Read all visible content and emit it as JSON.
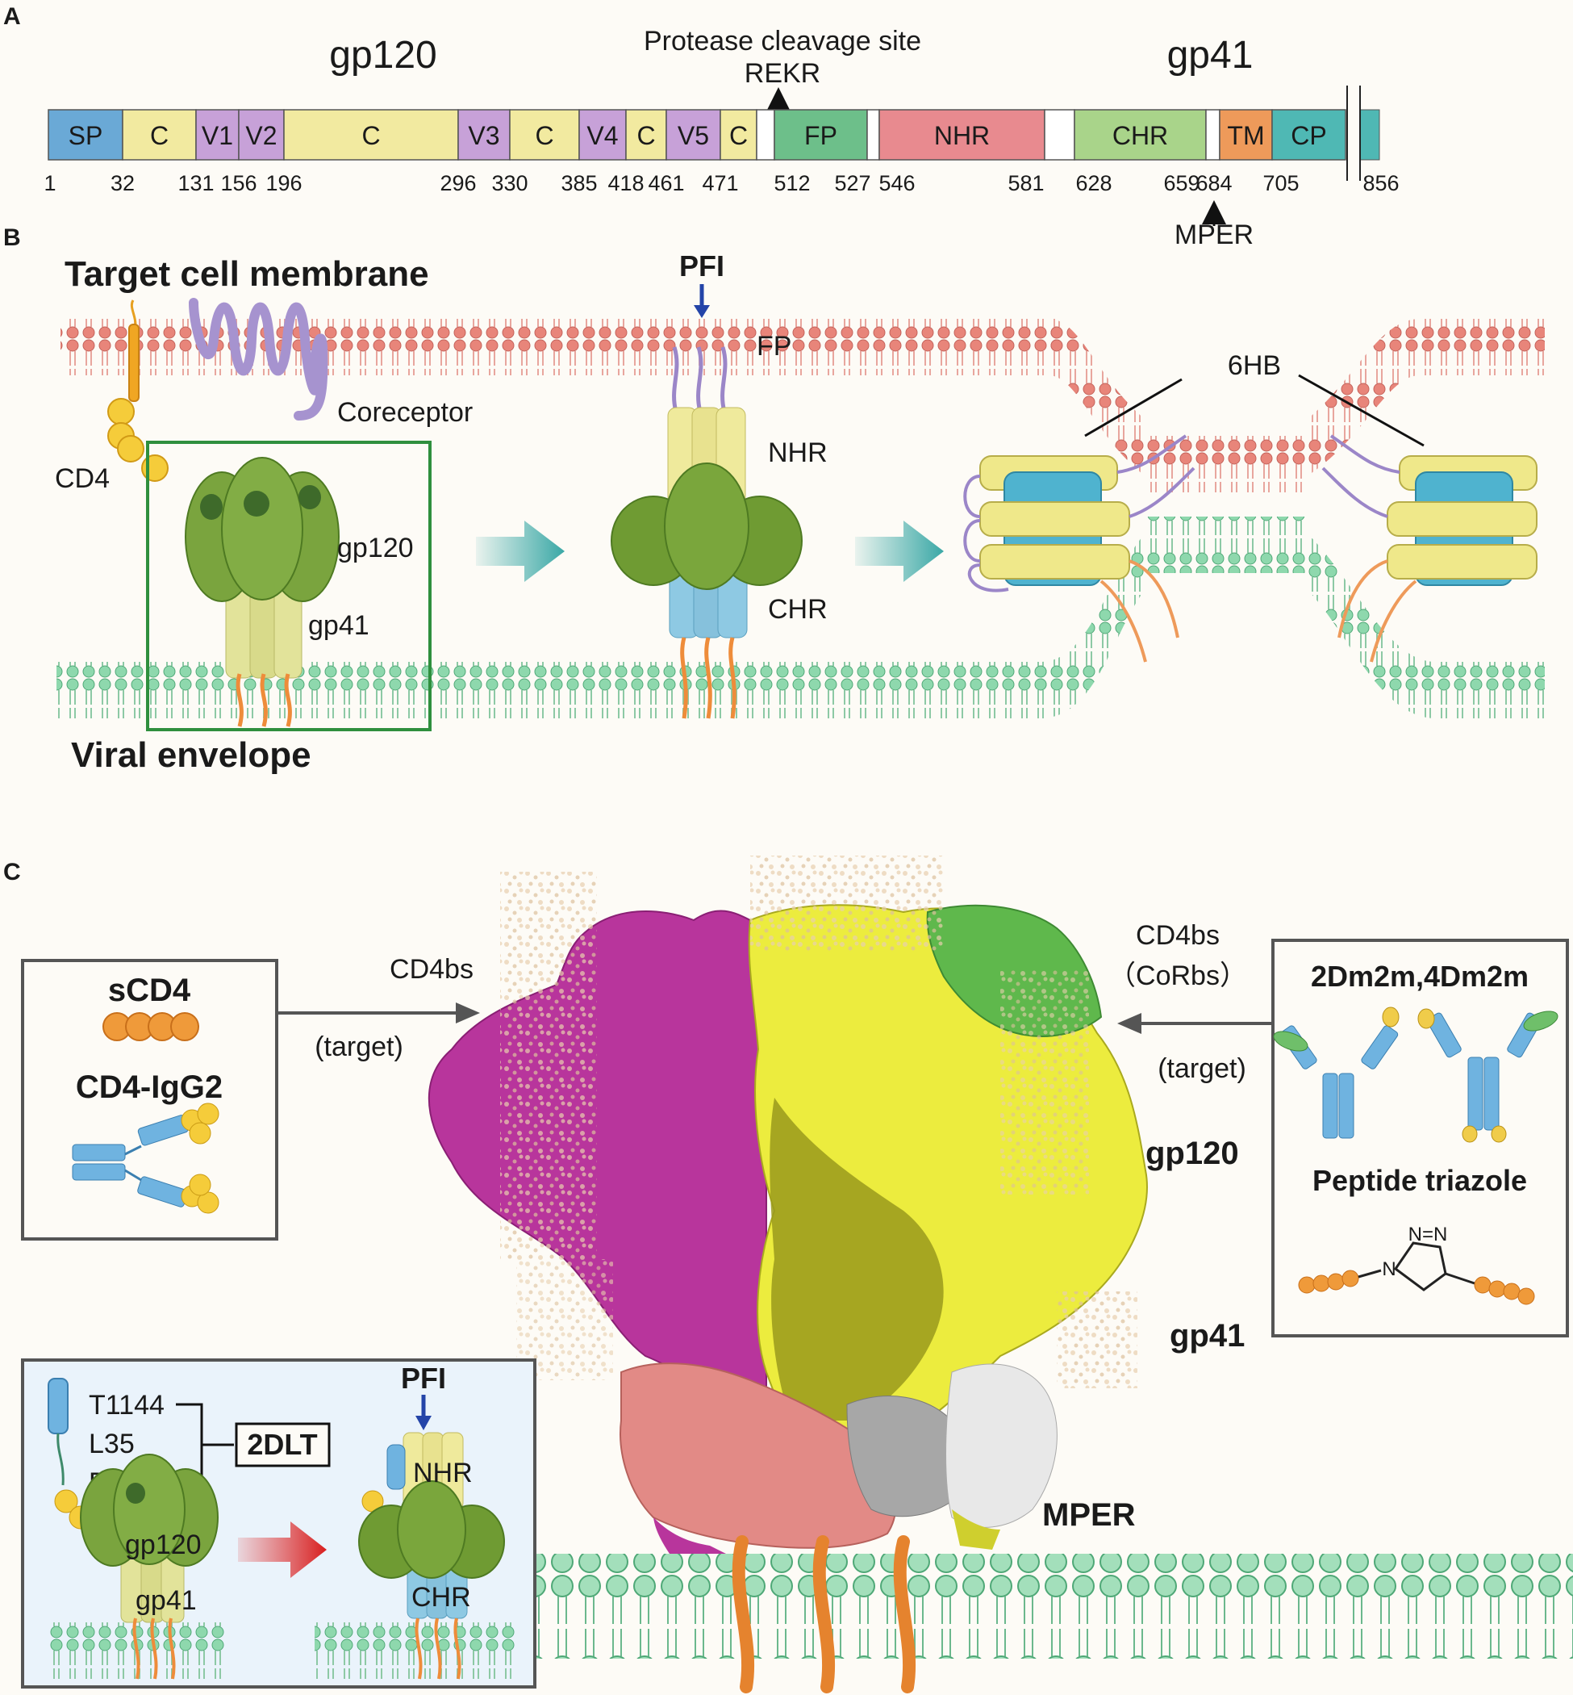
{
  "panels": {
    "a": "A",
    "b": "B",
    "c": "C"
  },
  "panel_a": {
    "title_left": "gp120",
    "title_right": "gp41",
    "cleavage_label_1": "Protease cleavage site",
    "cleavage_label_2": "REKR",
    "mper_label": "MPER",
    "segments": [
      {
        "label": "SP",
        "color": "#6aa9d6"
      },
      {
        "label": "C",
        "color": "#f2eaa0"
      },
      {
        "label": "V1",
        "color": "#c7a1d8"
      },
      {
        "label": "V2",
        "color": "#c7a1d8"
      },
      {
        "label": "C",
        "color": "#f2eaa0"
      },
      {
        "label": "V3",
        "color": "#c7a1d8"
      },
      {
        "label": "C",
        "color": "#f2eaa0"
      },
      {
        "label": "V4",
        "color": "#c7a1d8"
      },
      {
        "label": "C",
        "color": "#f2eaa0"
      },
      {
        "label": "V5",
        "color": "#c7a1d8"
      },
      {
        "label": "C",
        "color": "#f2eaa0"
      },
      {
        "label": "",
        "color": "#ffffff"
      },
      {
        "label": "FP",
        "color": "#6dbf8a"
      },
      {
        "label": "",
        "color": "#ffffff"
      },
      {
        "label": "NHR",
        "color": "#e88a8f"
      },
      {
        "label": "",
        "color": "#ffffff"
      },
      {
        "label": "CHR",
        "color": "#a9d48a"
      },
      {
        "label": "",
        "color": "#ffffff"
      },
      {
        "label": "TM",
        "color": "#ee9a5a"
      },
      {
        "label": "CP",
        "color": "#4fb8b4"
      }
    ],
    "positions": [
      "1",
      "32",
      "131",
      "156",
      "196",
      "296",
      "330",
      "385",
      "418",
      "461",
      "471",
      "512",
      "527",
      "546",
      "581",
      "628",
      "659",
      "684",
      "705",
      "856"
    ]
  },
  "panel_b": {
    "target_membrane": "Target cell membrane",
    "viral_envelope": "Viral envelope",
    "cd4": "CD4",
    "coreceptor": "Coreceptor",
    "gp120": "gp120",
    "gp41": "gp41",
    "pfi": "PFI",
    "fp": "FP",
    "nhr": "NHR",
    "chr": "CHR",
    "sixhb": "6HB"
  },
  "panel_c": {
    "scd4": "sCD4",
    "cd4_igg2": "CD4-IgG2",
    "cd4bs_left": "CD4bs",
    "target_left": "(target)",
    "cd4bs_right": "CD4bs",
    "corbs": "（CoRbs）",
    "target_right": "(target)",
    "dm2m": "2Dm2m,4Dm2m",
    "peptide_triazole": "Peptide triazole",
    "triazole_nn": "N=N",
    "triazole_n": "N",
    "gp120": "gp120",
    "gp41": "gp41",
    "mper": "MPER",
    "t1144": "T1144",
    "l35": "L35",
    "d1d2": "D1D2",
    "twodlt": "2DLT",
    "pfi": "PFI",
    "nhr": "NHR",
    "chr": "CHR",
    "gp120_inset": "gp120",
    "gp41_inset": "gp41"
  },
  "colors": {
    "membrane_red": "#e8857a",
    "membrane_green": "#7ccf9e",
    "gp120_green": "#6e9a34",
    "teal_arrow": "#3aa8a6",
    "magenta": "#b8359c",
    "yellow": "#ecec3e",
    "salmon": "#e28a86",
    "frame_green": "#2f8f3e"
  }
}
